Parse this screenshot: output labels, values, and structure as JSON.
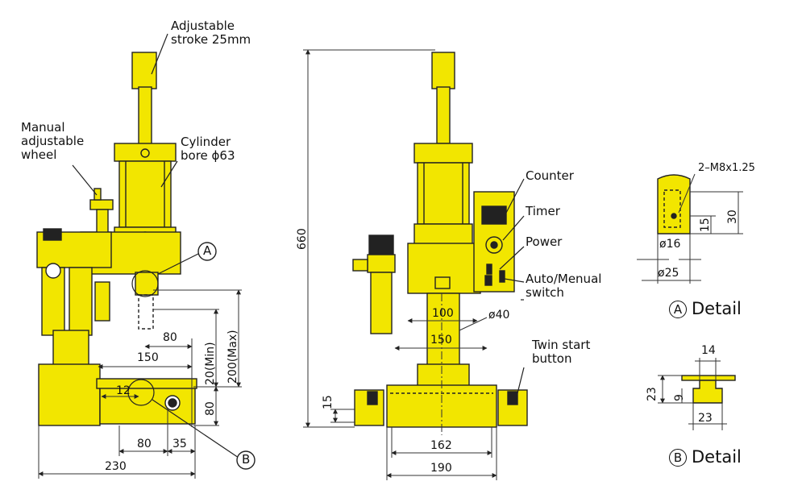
{
  "colors": {
    "machine": "#f2e600",
    "outline": "#222222",
    "dim_line": "#333333"
  },
  "annotations": {
    "stroke": "Adjustable\nstroke 25mm",
    "wheel": "Manual\nadjustable\nwheel",
    "cylinder": "Cylinder\nbore ϕ63",
    "counter": "Counter",
    "timer": "Timer",
    "power": "Power",
    "auto": "Auto/Menual\nswitch",
    "twin": "Twin start\nbutton",
    "m8": "2–M8x1.25"
  },
  "callouts": {
    "a": "A",
    "b": "B"
  },
  "details": {
    "a_title": "Detail",
    "b_title": "Detail"
  },
  "dimensions": {
    "d660": "660",
    "d80_top": "80",
    "d150_left": "150",
    "d20min": "20(Min)",
    "d200max": "200(Max)",
    "d80_side": "80",
    "d12": "12",
    "d80_bot": "80",
    "d35": "35",
    "d230": "230",
    "d100": "100",
    "d40": "ø40",
    "d150_front": "150",
    "d15": "15",
    "d162": "162",
    "d190": "190",
    "d16": "ø16",
    "d25": "ø25",
    "d15a": "15",
    "d30": "30",
    "d14": "14",
    "d23a": "23",
    "d9": "9",
    "d23b": "23"
  }
}
